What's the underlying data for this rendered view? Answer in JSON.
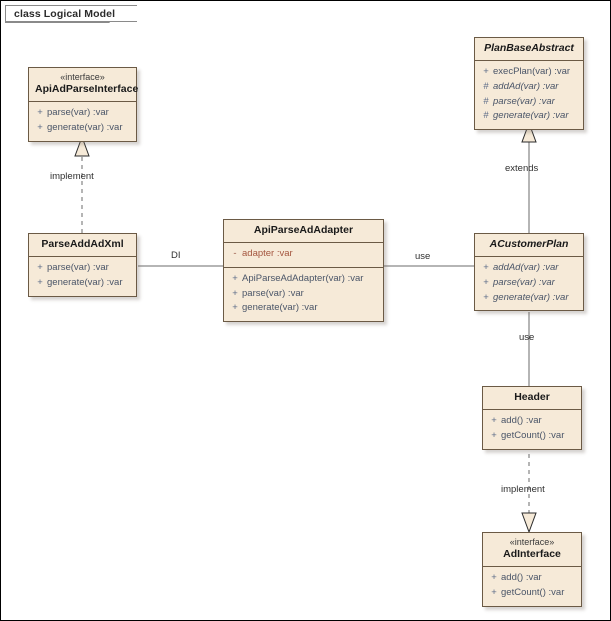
{
  "frame": {
    "label": "class Logical Model"
  },
  "classes": {
    "api_ad_parse_interface": {
      "stereotype": "«interface»",
      "name": "ApiAdParseInterface",
      "attributes": [],
      "operations": [
        {
          "visibility": "+",
          "signature": "parse(var)  :var"
        },
        {
          "visibility": "+",
          "signature": "generate(var)  :var"
        }
      ]
    },
    "parse_add_ad_xml": {
      "stereotype": "",
      "name": "ParseAddAdXml",
      "attributes": [],
      "operations": [
        {
          "visibility": "+",
          "signature": "parse(var)  :var"
        },
        {
          "visibility": "+",
          "signature": "generate(var)  :var"
        }
      ]
    },
    "api_parse_ad_adapter": {
      "stereotype": "",
      "name": "ApiParseAdAdapter",
      "attributes": [
        {
          "visibility": "-",
          "signature": "adapter  :var"
        }
      ],
      "operations": [
        {
          "visibility": "+",
          "signature": "ApiParseAdAdapter(var)  :var"
        },
        {
          "visibility": "+",
          "signature": "parse(var)  :var"
        },
        {
          "visibility": "+",
          "signature": "generate(var)  :var"
        }
      ]
    },
    "plan_base_abstract": {
      "stereotype": "",
      "name": "PlanBaseAbstract",
      "attributes": [],
      "operations": [
        {
          "visibility": "+",
          "signature": "execPlan(var)  :var"
        },
        {
          "visibility": "#",
          "signature": "addAd(var)  :var"
        },
        {
          "visibility": "#",
          "signature": "parse(var)  :var"
        },
        {
          "visibility": "#",
          "signature": "generate(var)  :var"
        }
      ]
    },
    "a_customer_plan": {
      "stereotype": "",
      "name": "ACustomerPlan",
      "attributes": [],
      "operations": [
        {
          "visibility": "+",
          "signature": "addAd(var)  :var"
        },
        {
          "visibility": "+",
          "signature": "parse(var)  :var"
        },
        {
          "visibility": "+",
          "signature": "generate(var)  :var"
        }
      ]
    },
    "header": {
      "stereotype": "",
      "name": "Header",
      "attributes": [],
      "operations": [
        {
          "visibility": "+",
          "signature": "add()  :var"
        },
        {
          "visibility": "+",
          "signature": "getCount()  :var"
        }
      ]
    },
    "ad_interface": {
      "stereotype": "«interface»",
      "name": "AdInterface",
      "attributes": [],
      "operations": [
        {
          "visibility": "+",
          "signature": "add()  :var"
        },
        {
          "visibility": "+",
          "signature": "getCount()  :var"
        }
      ]
    }
  },
  "relationships": {
    "implement_parse": {
      "label": "implement",
      "kind": "realization"
    },
    "di": {
      "label": "DI",
      "kind": "association"
    },
    "use_adapter_plan": {
      "label": "use",
      "kind": "association"
    },
    "extends_plan": {
      "label": "extends",
      "kind": "generalization"
    },
    "use_plan_header": {
      "label": "use",
      "kind": "association"
    },
    "implement_header": {
      "label": "implement",
      "kind": "realization"
    }
  },
  "colors": {
    "class_fill": "#f6ead8",
    "class_border": "#6b5a45",
    "canvas": "#ffffff",
    "attribute_text": "#a4563f",
    "operation_text": "#4a5568"
  }
}
